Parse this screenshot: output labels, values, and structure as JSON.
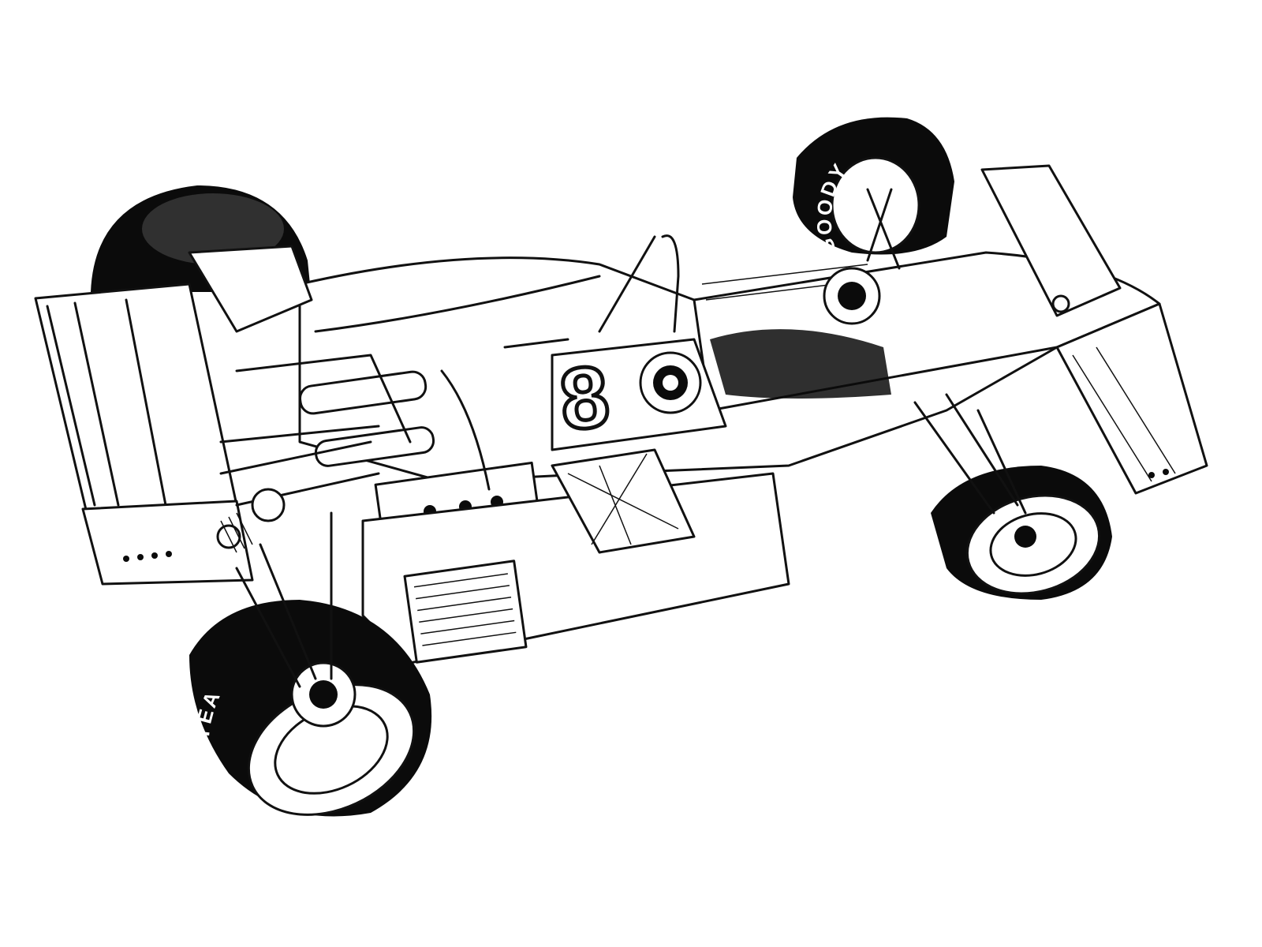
{
  "illustration": {
    "subject": "Formula 1 car technical cutaway drawing",
    "style": "black ink line art on white",
    "car_number": "8",
    "tyre_brand_text": "GOODYEAR",
    "colors": {
      "ink": "#111111",
      "background": "#ffffff"
    }
  }
}
